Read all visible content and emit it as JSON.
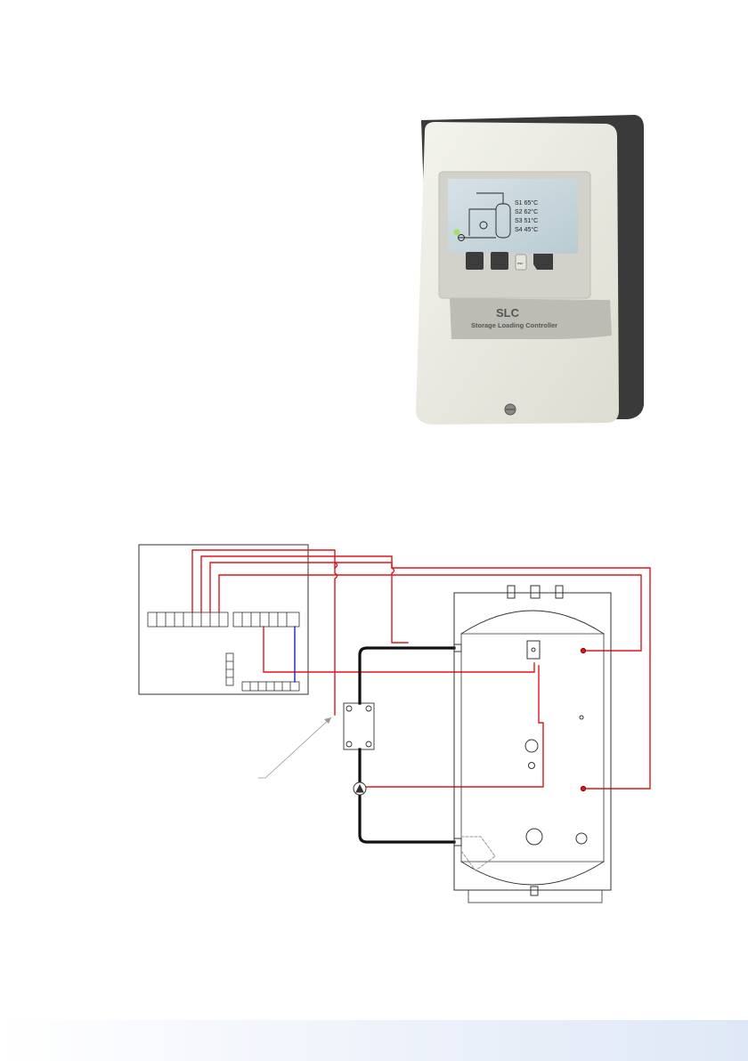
{
  "device": {
    "model": "SLC",
    "subtitle": "Storage Loading Controller",
    "button_label": "esc",
    "display_readings": [
      {
        "sensor": "S1",
        "value": "65°C"
      },
      {
        "sensor": "S2",
        "value": "62°C"
      },
      {
        "sensor": "S3",
        "value": "51°C"
      },
      {
        "sensor": "S4",
        "value": "45°C"
      }
    ],
    "colors": {
      "housing": "#ecece4",
      "display": "#c7d6dc",
      "led": "#9ee26a"
    }
  },
  "diagram": {
    "colors": {
      "sensor_wire": "#e0151b",
      "neutral_wire": "#1a22c8",
      "pipe": "#111111",
      "outline": "#333333"
    }
  }
}
